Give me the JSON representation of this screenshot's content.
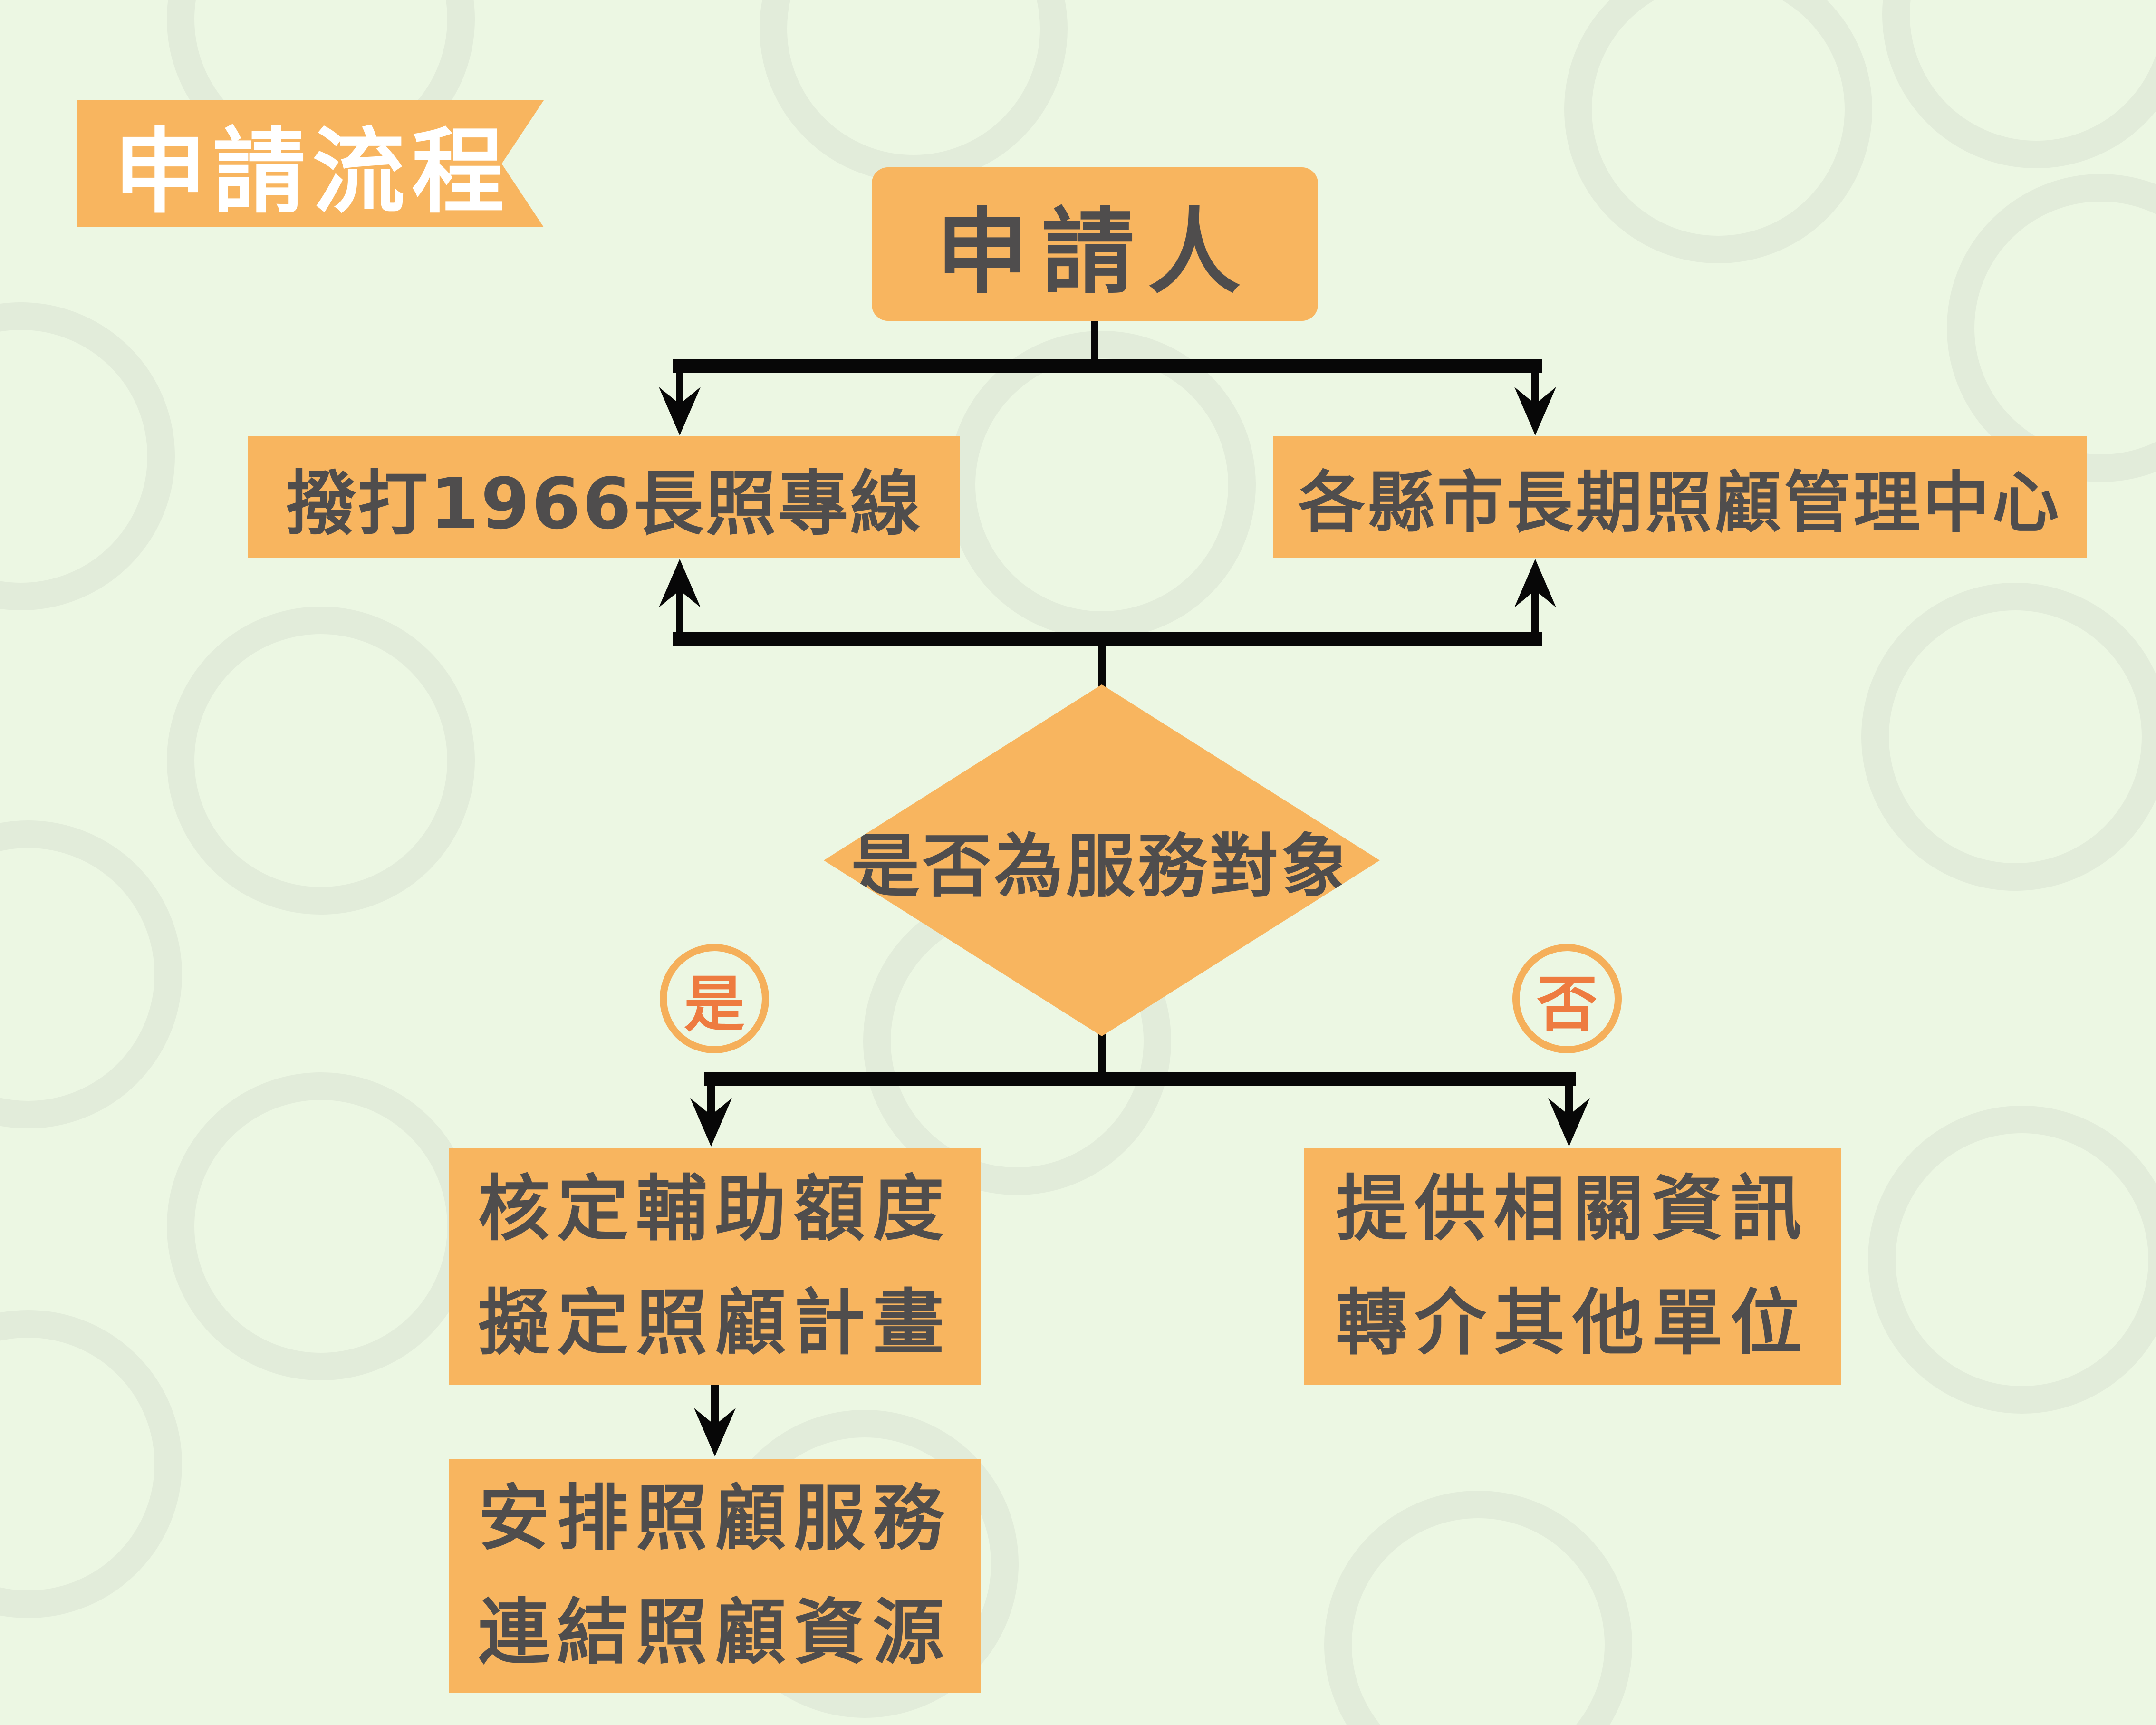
{
  "banner": {
    "title": "申請流程"
  },
  "nodes": {
    "applicant": {
      "label": "申請人"
    },
    "hotline": {
      "label": "撥打1966長照專線"
    },
    "care_center": {
      "label": "各縣市長期照顧管理中心"
    },
    "decision": {
      "label": "是否為服務對象"
    },
    "yes_badge": {
      "label": "是"
    },
    "no_badge": {
      "label": "否"
    },
    "approve_plan": {
      "line1": "核定輔助額度",
      "line2": "擬定照顧計畫"
    },
    "provide_info": {
      "line1": "提供相關資訊",
      "line2": "轉介其他單位"
    },
    "arrange_service": {
      "line1": "安排照顧服務",
      "line2": "連結照顧資源"
    }
  },
  "colors": {
    "background": "#ECF7E3",
    "background_ring": "#E2ECDA",
    "node_fill": "#F8B55F",
    "node_text": "#4F4D4D",
    "banner_text": "#FFFFFF",
    "badge_ring": "#F5AF5A",
    "badge_text": "#EE7B40",
    "connector": "#070707"
  }
}
